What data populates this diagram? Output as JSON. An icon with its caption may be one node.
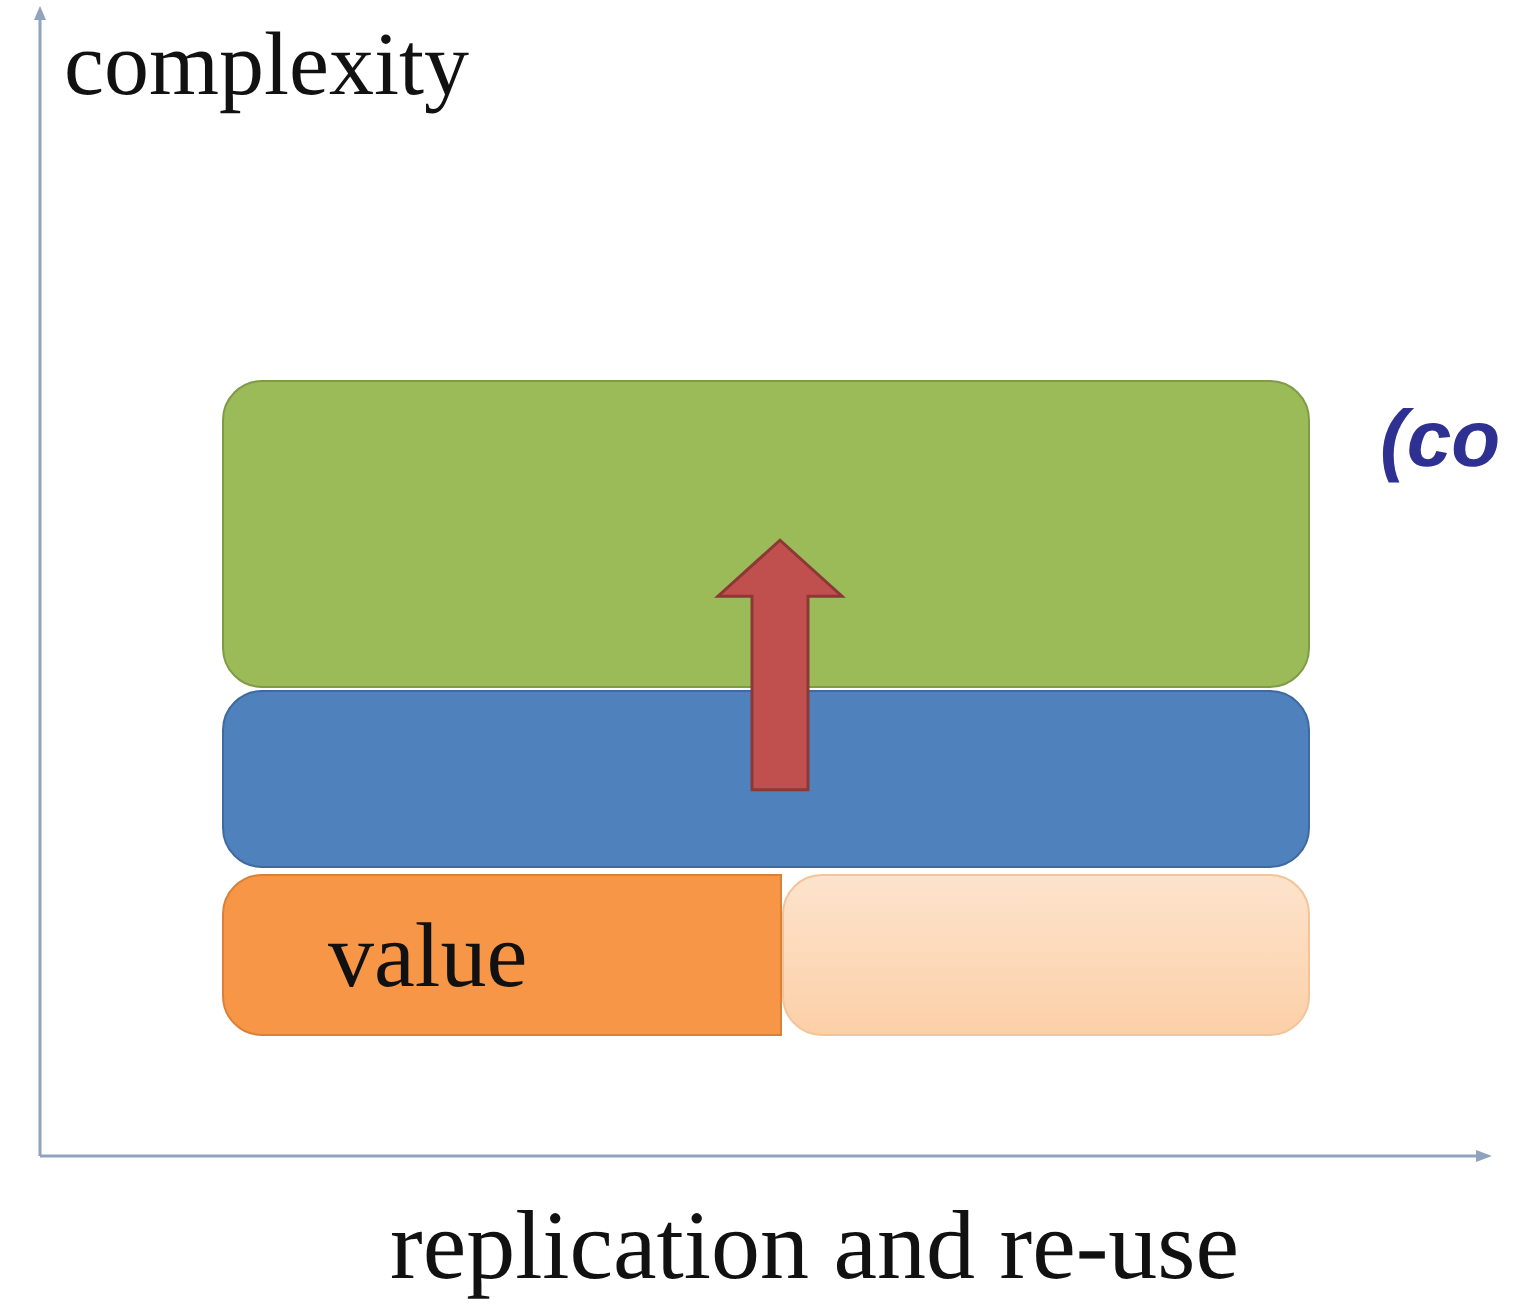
{
  "diagram": {
    "nodes": [
      {
        "text": [],
        "shape": "box"
      },
      {
        "text": [],
        "shape": "box"
      },
      {
        "text": [
          "value"
        ]
      },
      {
        "text": [],
        "shape": "box"
      }
    ],
    "edges": [
      {
        "from": 1,
        "to": 0,
        "arrow": "to",
        "style": "thick",
        "color": "#c0504d"
      }
    ],
    "labels": [
      "complexity",
      "(co",
      "replication and re-use"
    ]
  }
}
